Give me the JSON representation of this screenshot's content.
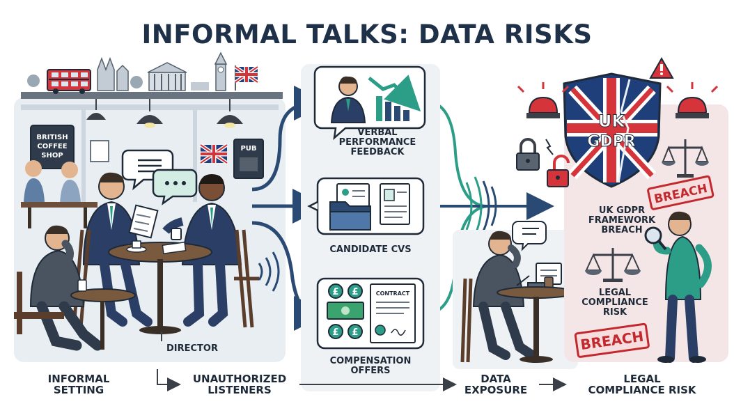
{
  "title": "INFORMAL TALKS: DATA RISKS",
  "signs": {
    "coffee_shop": [
      "BRITISH",
      "COFFEE",
      "SHOP"
    ],
    "pub": "PUB",
    "contract": "CONTRACT",
    "gdpr_line1": "UK",
    "gdpr_line2": "GDPR",
    "breach": "BREACH"
  },
  "panels": {
    "feedback": [
      "VERBAL",
      "PERFORMANCE",
      "FEEDBACK"
    ],
    "cvs": "CANDIDATE CVs",
    "compensation": [
      "COMPENSATION",
      "OFFERS"
    ]
  },
  "labels": {
    "director": "DIRECTOR",
    "framework": [
      "UK GDPR",
      "FRAMEWORK",
      "BREACH"
    ],
    "legal": [
      "LEGAL",
      "COMPLIANCE",
      "RISK"
    ]
  },
  "footer": {
    "informal": [
      "INFORMAL",
      "SETTING"
    ],
    "listeners": [
      "UNAUTHORIZED",
      "LISTENERS"
    ],
    "exposure": [
      "DATA",
      "EXPOSURE"
    ],
    "legal": [
      "LEGAL",
      "COMPLIANCE RISK"
    ]
  },
  "colors": {
    "navy": "#1f3149",
    "teal": "#2c9d86",
    "red": "#d4343a",
    "panel": "#eaf0f4"
  },
  "icons": [
    "bus-icon",
    "building-icon",
    "clock-tower-icon",
    "uk-flag-icon",
    "lamp-icon",
    "speech-bubble-icon",
    "sound-waves-icon",
    "padlock-icon",
    "alarm-icon",
    "warning-icon",
    "scales-icon",
    "shield-icon",
    "folder-icon",
    "pound-coin-icon",
    "magnifier-icon",
    "laptop-icon",
    "arrow-icon"
  ]
}
